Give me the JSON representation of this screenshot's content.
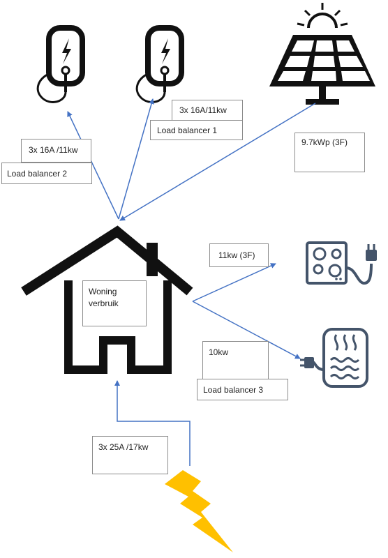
{
  "diagram": {
    "charger_1": {
      "label": "3x 16A /11kw"
    },
    "charger_2": {
      "label": "3x 16A/11kw"
    },
    "load_balancer_1": {
      "label": "Load balancer 1"
    },
    "load_balancer_2": {
      "label": "Load balancer 2"
    },
    "solar": {
      "label": "9.7kWp (3F)"
    },
    "house": {
      "label_line1": "Woning",
      "label_line2": "verbruik"
    },
    "cooktop": {
      "label": "11kw (3F)"
    },
    "water_heater": {
      "label": "10kw"
    },
    "load_balancer_3": {
      "label": "Load balancer 3"
    },
    "grid": {
      "label": "3x 25A /17kw"
    }
  },
  "colors": {
    "arrow": "#4472c4",
    "icon_dark": "#111111",
    "appliance_grey": "#44546a",
    "lightning": "#ffc000",
    "sun": "#111111"
  }
}
